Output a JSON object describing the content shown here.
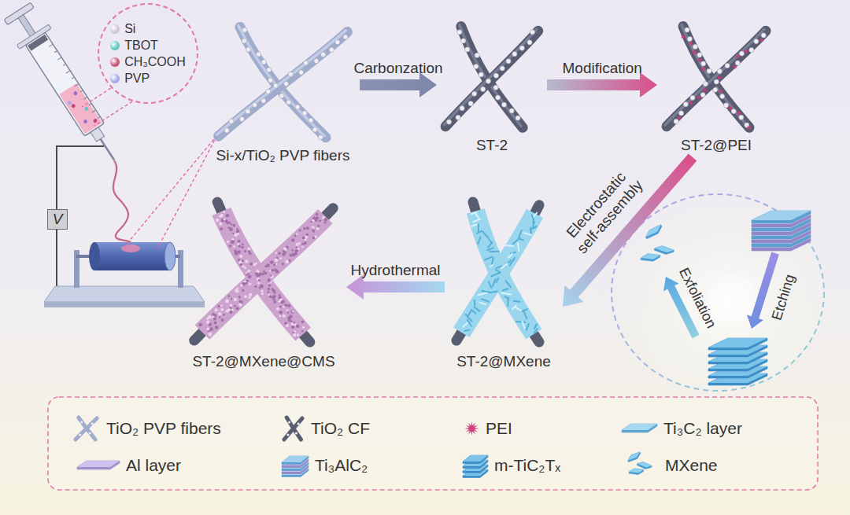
{
  "diagram": {
    "nodes": [
      {
        "text": [
          "Si",
          "TBOT",
          "CH₃COOH",
          "PVP"
        ]
      },
      {
        "text": [
          "Si-x/TiO₂ PVP fibers"
        ]
      },
      {
        "text": [
          "ST-2"
        ]
      },
      {
        "text": [
          "ST-2@PEI"
        ]
      },
      {
        "text": [
          "ST-2@MXene"
        ]
      },
      {
        "text": [
          "ST-2@MXene@CMS"
        ]
      }
    ],
    "edges": [
      {
        "from": 1,
        "to": 2,
        "label": "Carbonzation",
        "arrow": "to"
      },
      {
        "from": 2,
        "to": 3,
        "label": "Modification",
        "arrow": "to"
      },
      {
        "from": 3,
        "to": 4,
        "label": "Electrostatic self-assembly",
        "arrow": "to"
      },
      {
        "from": 4,
        "to": 5,
        "label": "Hydrothermal",
        "arrow": "to"
      }
    ],
    "labels": [
      "V",
      "Etching",
      "Exfoliation"
    ],
    "legend": [
      {
        "text": "TiO₂ PVP fibers"
      },
      {
        "text": "TiO₂ CF"
      },
      {
        "text": "PEI"
      },
      {
        "text": "Ti₃C₂ layer"
      },
      {
        "text": "Al layer"
      },
      {
        "text": "Ti₃AlC₂"
      },
      {
        "text": "m-TiC₂Tₓ"
      },
      {
        "text": "MXene"
      }
    ]
  }
}
